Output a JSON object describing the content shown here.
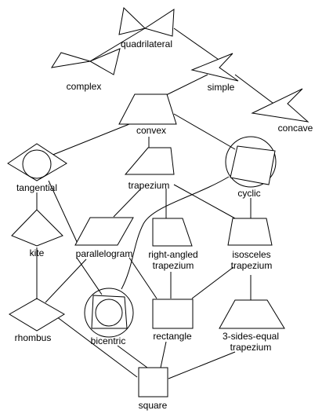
{
  "diagram": {
    "nodes": {
      "quadrilateral": {
        "label": [
          "quadrilateral"
        ]
      },
      "complex": {
        "label": [
          "complex"
        ]
      },
      "simple": {
        "label": [
          "simple"
        ]
      },
      "convex": {
        "label": [
          "convex"
        ]
      },
      "concave": {
        "label": [
          "concave"
        ]
      },
      "tangential": {
        "label": [
          "tangential"
        ]
      },
      "trapezium": {
        "label": [
          "trapezium"
        ]
      },
      "cyclic": {
        "label": [
          "cyclic"
        ]
      },
      "kite": {
        "label": [
          "kite"
        ]
      },
      "parallelogram": {
        "label": [
          "parallelogram"
        ]
      },
      "right_angled_trapezium": {
        "label": [
          "right-angled",
          "trapezium"
        ]
      },
      "isosceles_trapezium": {
        "label": [
          "isosceles",
          "trapezium"
        ]
      },
      "rhombus": {
        "label": [
          "rhombus"
        ]
      },
      "bicentric": {
        "label": [
          "bicentric"
        ]
      },
      "rectangle": {
        "label": [
          "rectangle"
        ]
      },
      "three_sides_equal_trapezium": {
        "label": [
          "3-sides-equal",
          "trapezium"
        ]
      },
      "square": {
        "label": [
          "square"
        ]
      }
    }
  }
}
